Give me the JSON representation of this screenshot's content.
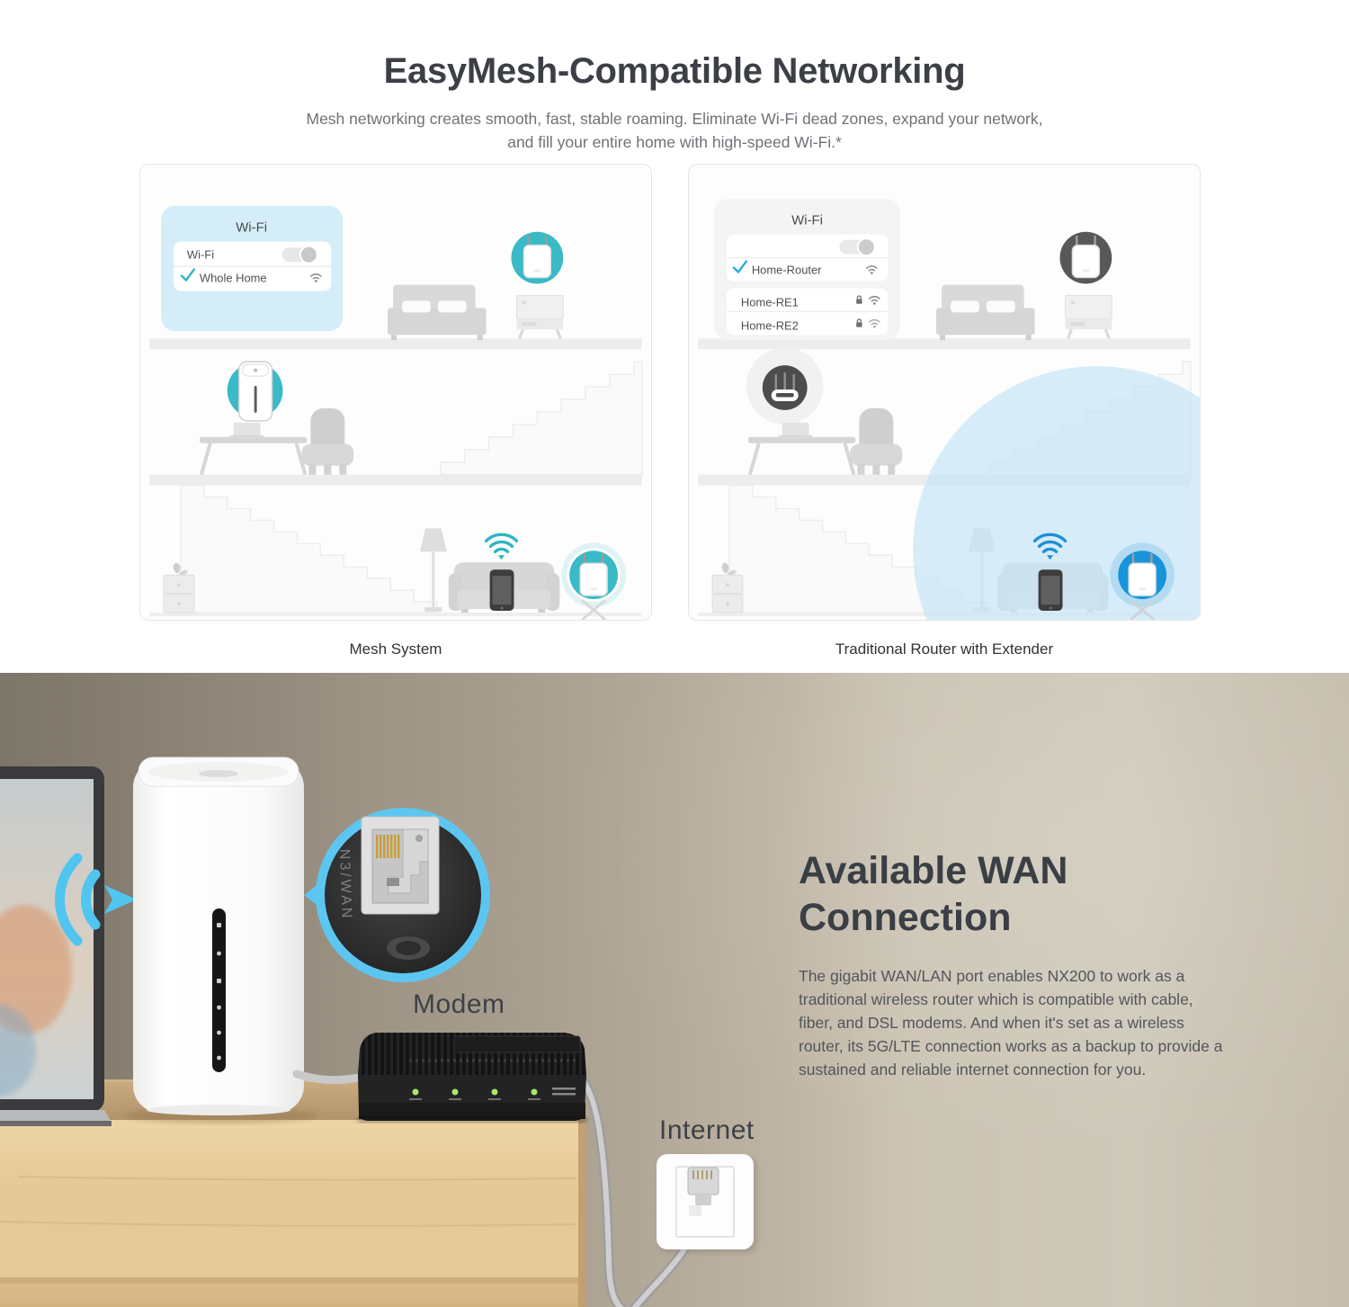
{
  "mesh_section": {
    "title": "EasyMesh-Compatible Networking",
    "subtitle": "Mesh networking creates smooth, fast, stable roaming. Eliminate Wi-Fi dead zones, expand your network, and fill your entire home with high-speed Wi-Fi.*",
    "mesh_panel": {
      "caption": "Mesh System",
      "wifi_card": {
        "title": "Wi-Fi",
        "toggle_label": "Wi-Fi",
        "network": "Whole Home"
      }
    },
    "extender_panel": {
      "caption": "Traditional Router with Extender",
      "wifi_card": {
        "title": "Wi-Fi",
        "selected_network": "Home-Router",
        "network_2": "Home-RE1",
        "network_3": "Home-RE2"
      }
    }
  },
  "wan_section": {
    "title": "Available WAN Connection",
    "body": "The gigabit WAN/LAN port enables NX200 to work as a traditional wireless router which is compatible with cable, fiber, and DSL modems. And when it's set as a wireless router, its 5G/LTE connection works as a backup to provide a sustained and reliable internet connection for you.",
    "modem_label": "Modem",
    "internet_label": "Internet",
    "port_label": "N3/WAN"
  },
  "colors": {
    "teal_accent": "#39bac6",
    "blue_accent": "#1794da",
    "light_blue_card": "#d5edf8",
    "callout_ring": "#5cc6f1",
    "wifi_arrow": "#50c5f0"
  }
}
